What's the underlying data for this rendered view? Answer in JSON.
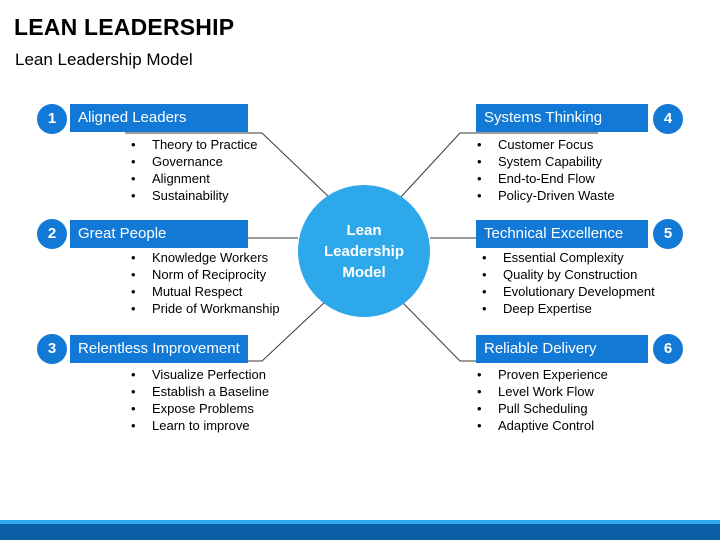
{
  "title": "LEAN LEADERSHIP",
  "subtitle": "Lean Leadership Model",
  "hub": {
    "label": "Lean Leadership Model"
  },
  "colors": {
    "bar": "#1279d6",
    "hub": "#2da8ea",
    "footer": "#0e5ea6",
    "connector": "#3a3a3a"
  },
  "items": [
    {
      "number": "1",
      "label": "Aligned Leaders",
      "bullets": [
        "Theory to Practice",
        "Governance",
        "Alignment",
        "Sustainability"
      ]
    },
    {
      "number": "2",
      "label": "Great People",
      "bullets": [
        "Knowledge Workers",
        "Norm of Reciprocity",
        "Mutual Respect",
        "Pride of Workmanship"
      ]
    },
    {
      "number": "3",
      "label": "Relentless Improvement",
      "bullets": [
        "Visualize Perfection",
        "Establish a Baseline",
        "Expose Problems",
        "Learn to improve"
      ]
    },
    {
      "number": "4",
      "label": "Systems Thinking",
      "bullets": [
        "Customer Focus",
        "System Capability",
        "End-to-End Flow",
        "Policy-Driven Waste"
      ]
    },
    {
      "number": "5",
      "label": "Technical Excellence",
      "bullets": [
        "Essential Complexity",
        "Quality by Construction",
        "Evolutionary Development",
        "Deep Expertise"
      ]
    },
    {
      "number": "6",
      "label": "Reliable Delivery",
      "bullets": [
        "Proven Experience",
        "Level Work Flow",
        "Pull Scheduling",
        "Adaptive Control"
      ]
    }
  ]
}
